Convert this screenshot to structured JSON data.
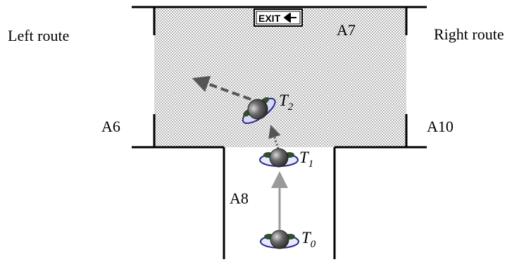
{
  "labels": {
    "left_route": "Left route",
    "right_route": "Right route",
    "a6": "A6",
    "a7": "A7",
    "a8": "A8",
    "a10": "A10"
  },
  "exit_sign": {
    "text": "EXIT",
    "icon": "arrow-left-icon"
  },
  "times": {
    "t0": {
      "base": "T",
      "sub": "0"
    },
    "t1": {
      "base": "T",
      "sub": "1"
    },
    "t2": {
      "base": "T",
      "sub": "2"
    }
  },
  "colors": {
    "wall": "#000000",
    "hatch_light": "#ffffff",
    "hatch_dark": "#b5b5b5",
    "arrow_gray": "#9a9a9a",
    "arrow_dark": "#555555",
    "agent_body": "#4a4a4a",
    "agent_rim": "#2b2b80",
    "agent_leaf": "#2f4f2f"
  }
}
